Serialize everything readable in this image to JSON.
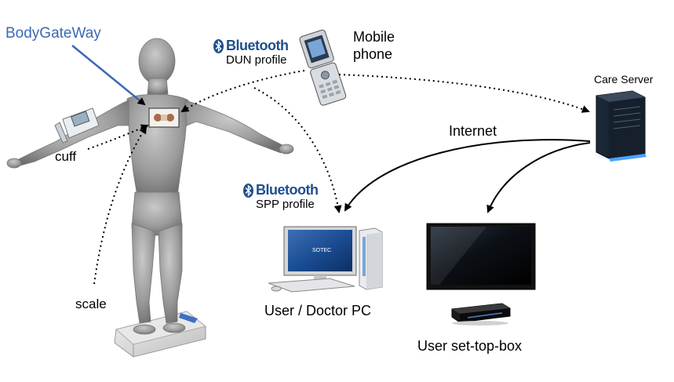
{
  "labels": {
    "bodygateway": "BodyGateWay",
    "cuff": "cuff",
    "scale": "scale",
    "mobile_phone": "Mobile\nphone",
    "care_server": "Care Server",
    "internet": "Internet",
    "user_pc": "User / Doctor PC",
    "set_top_box": "User set-top-box"
  },
  "bluetooth": {
    "brand": "Bluetooth",
    "dun": "DUN profile",
    "spp": "SPP profile"
  },
  "devices": {
    "pc_brand": "SOTEC"
  },
  "colors": {
    "bodygateway_text": "#3b68b5",
    "bluetooth_blue": "#1f4f8b",
    "figure_gray": "#9a9a9a",
    "arrow": "#000000"
  },
  "icons": [
    "bluetooth-icon",
    "mobile-phone-icon",
    "server-icon",
    "monitor-icon",
    "set-top-box-icon",
    "cuff-icon",
    "scale-icon",
    "human-figure-icon"
  ]
}
